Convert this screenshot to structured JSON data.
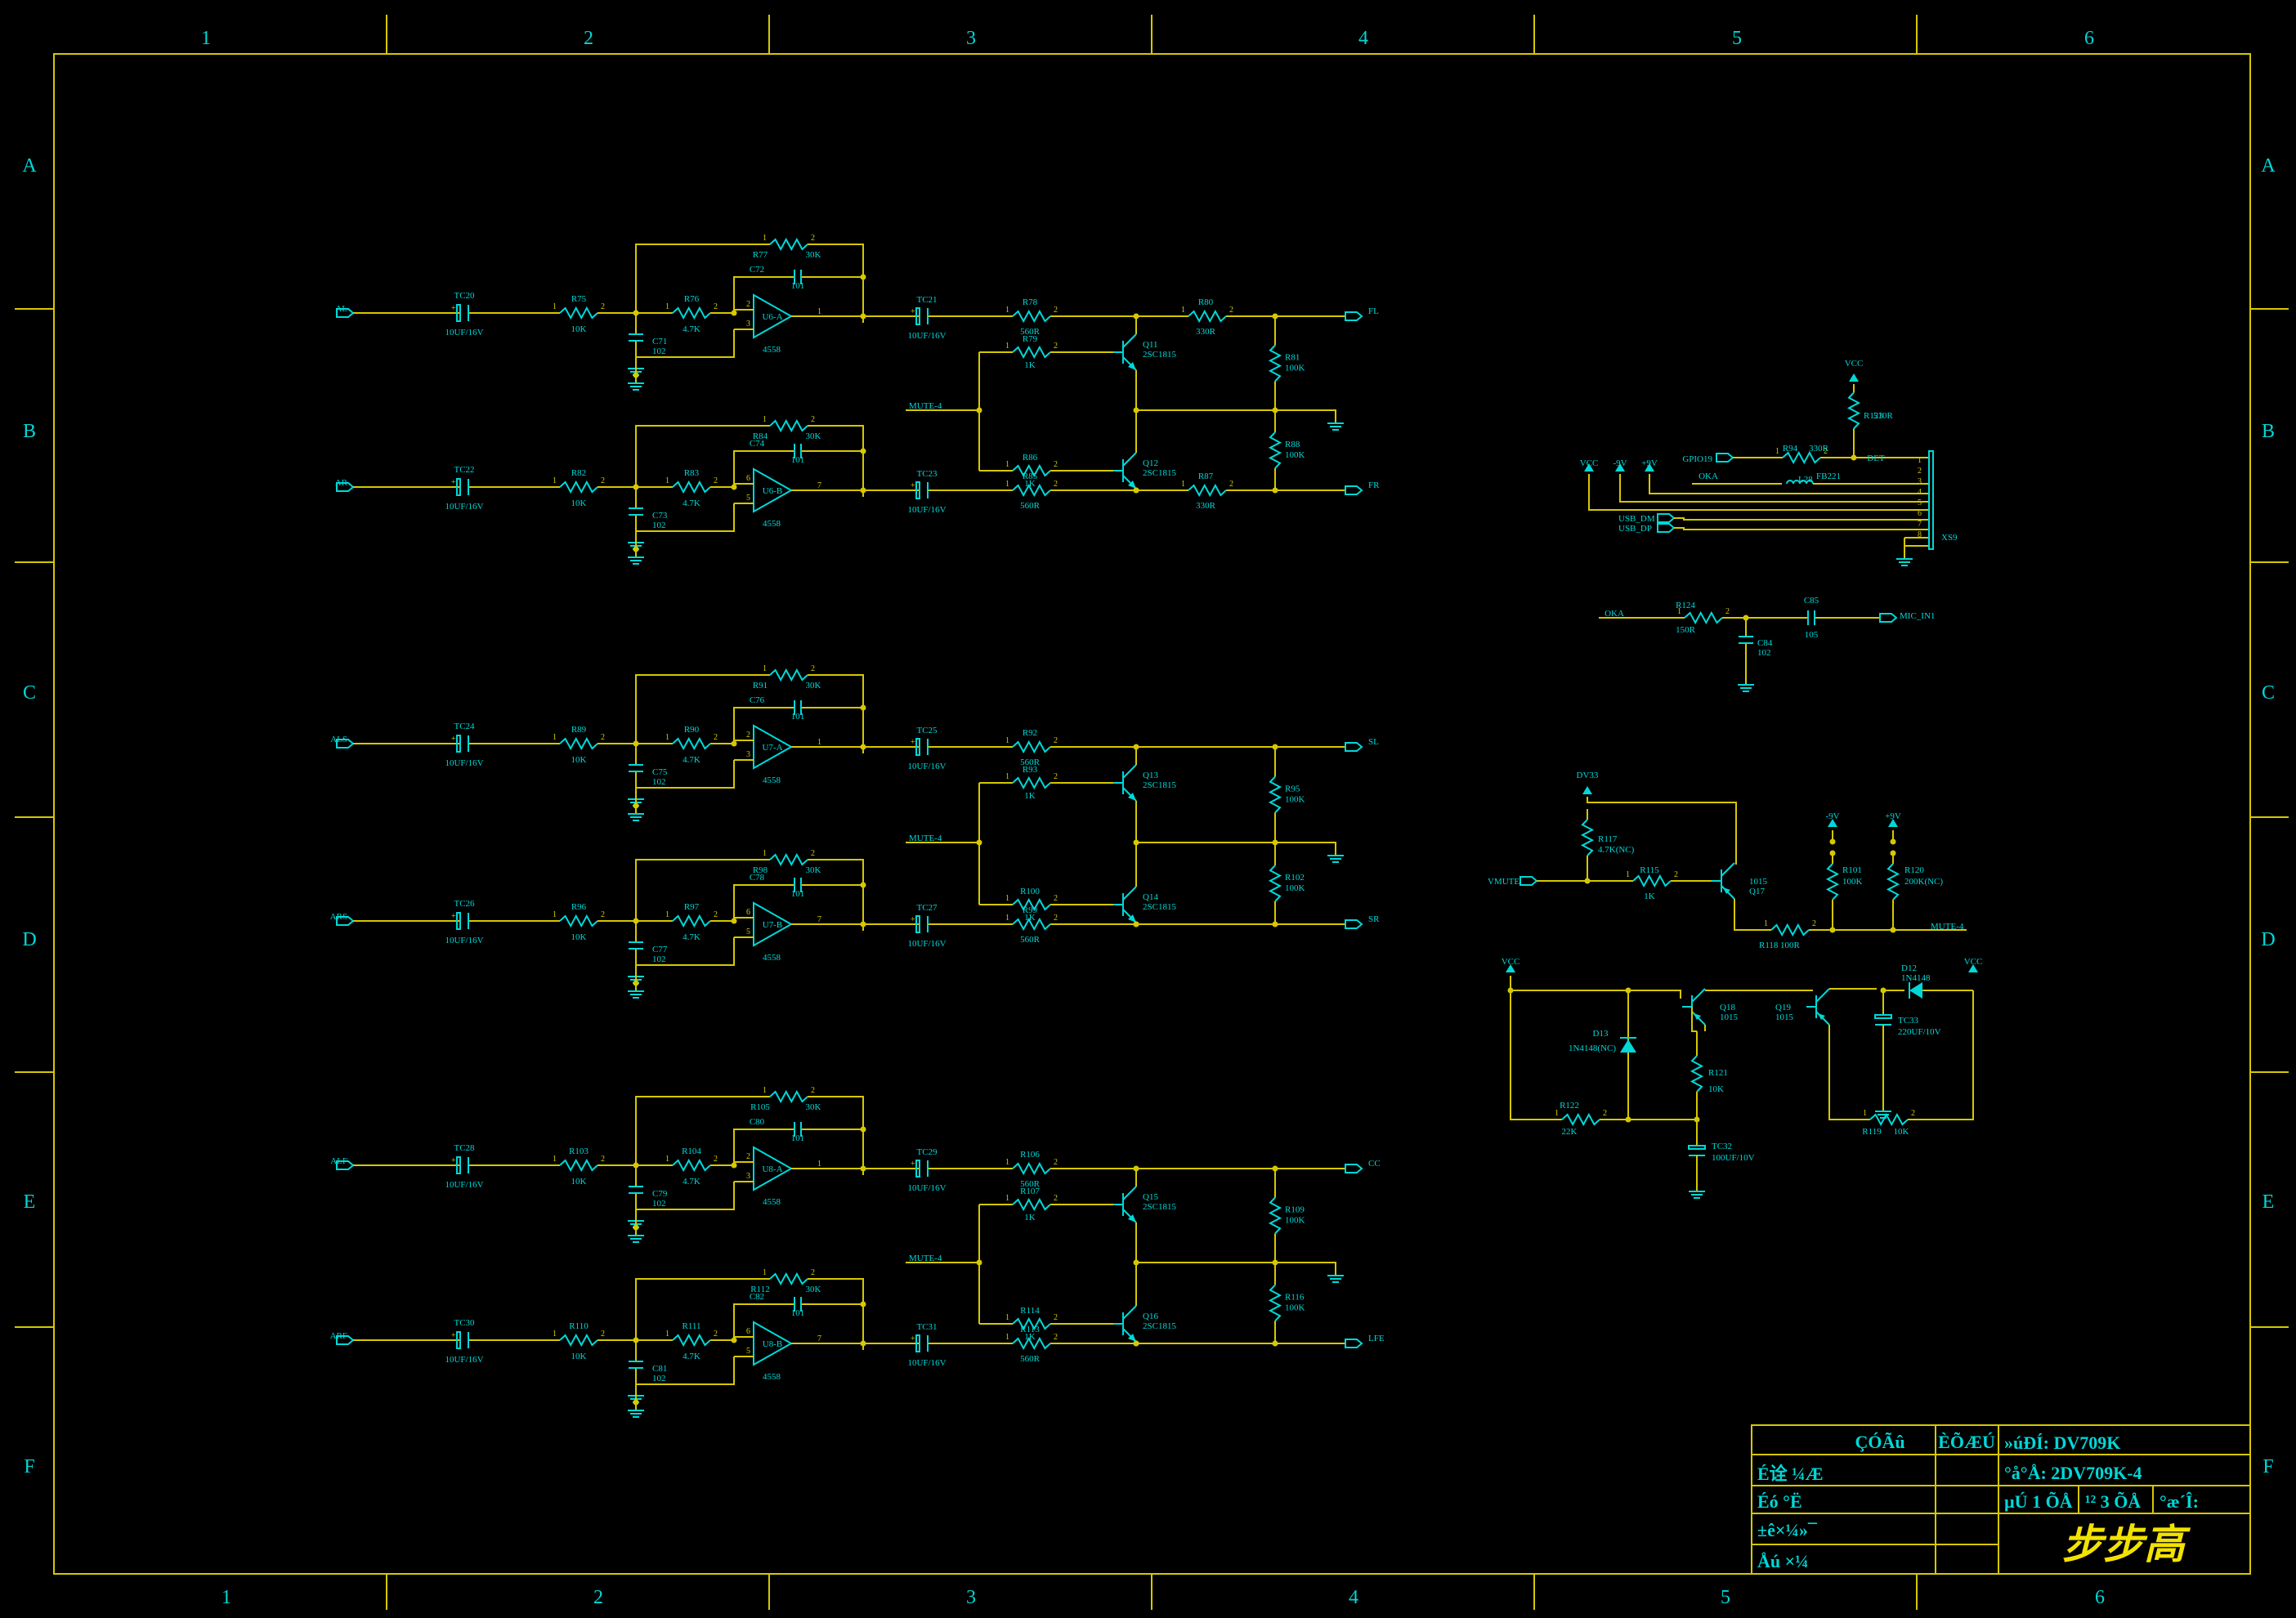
{
  "border": {
    "cols": [
      "1",
      "2",
      "3",
      "4",
      "5",
      "6"
    ],
    "cols_bottom": [
      "1",
      "2",
      "3",
      "4",
      "5",
      "6"
    ],
    "rows": [
      "A",
      "B",
      "C",
      "D",
      "E",
      "F"
    ]
  },
  "channels": [
    {
      "in": "AL",
      "tc": "TC20",
      "tcv": "10UF/16V",
      "ra": "R75",
      "rav": "10K",
      "cs": "C71",
      "csv": "102",
      "rb": "R76",
      "rbv": "4.7K",
      "rf": "R77",
      "rfv": "30K",
      "cf": "C72",
      "cfv": "101",
      "u": "U6-A",
      "uv": "4558",
      "pin_p": "3",
      "pin_n": "2",
      "pin_o": "1",
      "tco": "TC21",
      "tcov": "10UF/16V",
      "rs": "R78",
      "rsv": "560R",
      "out": "FL",
      "ro": "R80",
      "rov": "330R"
    },
    {
      "in": "AR",
      "tc": "TC22",
      "tcv": "10UF/16V",
      "ra": "R82",
      "rav": "10K",
      "cs": "C73",
      "csv": "102",
      "rb": "R83",
      "rbv": "4.7K",
      "rf": "R84",
      "rfv": "30K",
      "cf": "C74",
      "cfv": "101",
      "u": "U6-B",
      "uv": "4558",
      "pin_p": "5",
      "pin_n": "6",
      "pin_o": "7",
      "tco": "TC23",
      "tcov": "10UF/16V",
      "rs": "R85",
      "rsv": "560R",
      "out": "FR",
      "ro": "R87",
      "rov": "330R"
    },
    {
      "in": "ALS",
      "tc": "TC24",
      "tcv": "10UF/16V",
      "ra": "R89",
      "rav": "10K",
      "cs": "C75",
      "csv": "102",
      "rb": "R90",
      "rbv": "4.7K",
      "rf": "R91",
      "rfv": "30K",
      "cf": "C76",
      "cfv": "101",
      "u": "U7-A",
      "uv": "4558",
      "pin_p": "3",
      "pin_n": "2",
      "pin_o": "1",
      "tco": "TC25",
      "tcov": "10UF/16V",
      "rs": "R92",
      "rsv": "560R",
      "out": "SL",
      "ro": "",
      "rov": ""
    },
    {
      "in": "ARS",
      "tc": "TC26",
      "tcv": "10UF/16V",
      "ra": "R96",
      "rav": "10K",
      "cs": "C77",
      "csv": "102",
      "rb": "R97",
      "rbv": "4.7K",
      "rf": "R98",
      "rfv": "30K",
      "cf": "C78",
      "cfv": "101",
      "u": "U7-B",
      "uv": "4558",
      "pin_p": "5",
      "pin_n": "6",
      "pin_o": "7",
      "tco": "TC27",
      "tcov": "10UF/16V",
      "rs": "R99",
      "rsv": "560R",
      "out": "SR",
      "ro": "",
      "rov": ""
    },
    {
      "in": "ALF",
      "tc": "TC28",
      "tcv": "10UF/16V",
      "ra": "R103",
      "rav": "10K",
      "cs": "C79",
      "csv": "102",
      "rb": "R104",
      "rbv": "4.7K",
      "rf": "R105",
      "rfv": "30K",
      "cf": "C80",
      "cfv": "101",
      "u": "U8-A",
      "uv": "4558",
      "pin_p": "3",
      "pin_n": "2",
      "pin_o": "1",
      "tco": "TC29",
      "tcov": "10UF/16V",
      "rs": "R106",
      "rsv": "560R",
      "out": "CC",
      "ro": "",
      "rov": ""
    },
    {
      "in": "ARF",
      "tc": "TC30",
      "tcv": "10UF/16V",
      "ra": "R110",
      "rav": "10K",
      "cs": "C81",
      "csv": "102",
      "rb": "R111",
      "rbv": "4.7K",
      "rf": "R112",
      "rfv": "30K",
      "cf": "C82",
      "cfv": "101",
      "u": "U8-B",
      "uv": "4558",
      "pin_p": "5",
      "pin_n": "6",
      "pin_o": "7",
      "tco": "TC31",
      "tcov": "10UF/16V",
      "rs": "R113",
      "rsv": "560R",
      "out": "LFE",
      "ro": "",
      "rov": ""
    }
  ],
  "mutes": [
    {
      "sig": "MUTE-4",
      "rt": "R79",
      "rtv": "1K",
      "rb": "R86",
      "rbv": "1K",
      "qt": "Q11",
      "qtv": "2SC1815",
      "qb": "Q12",
      "qbv": "2SC1815",
      "r1": "R81",
      "r1v": "100K",
      "r2": "R88",
      "r2v": "100K"
    },
    {
      "sig": "MUTE-4",
      "rt": "R93",
      "rtv": "1K",
      "rb": "R100",
      "rbv": "1K",
      "qt": "Q13",
      "qtv": "2SC1815",
      "qb": "Q14",
      "qbv": "2SC1815",
      "r1": "R95",
      "r1v": "100K",
      "r2": "R102",
      "r2v": "100K"
    },
    {
      "sig": "MUTE-4",
      "rt": "R107",
      "rtv": "1K",
      "rb": "R114",
      "rbv": "1K",
      "qt": "Q15",
      "qtv": "2SC1815",
      "qb": "Q16",
      "qbv": "2SC1815",
      "r1": "R109",
      "r1v": "100K",
      "r2": "R116",
      "r2v": "100K"
    }
  ],
  "usb": {
    "vcc": "VCC",
    "r123": "R123",
    "r123v": "510R",
    "gpio": "GPIO19",
    "r94": "R94",
    "r94v": "330R",
    "det": "DET",
    "oka": "OKA",
    "l28": "L28",
    "fb": "FB221",
    "p_vcc": "VCC",
    "p_m9": "-9V",
    "p_p9": "+9V",
    "dm": "USB_DM",
    "dp": "USB_DP",
    "xs": "XS9",
    "pins": [
      "1",
      "2",
      "3",
      "4",
      "5",
      "6",
      "7",
      "8"
    ]
  },
  "mic": {
    "oka": "OKA",
    "r": "R124",
    "rv": "150R",
    "c85": "C85",
    "c85v": "105",
    "c84": "C84",
    "c84v": "102",
    "out": "MIC_IN1"
  },
  "vmute": {
    "dv33": "DV33",
    "r117": "R117",
    "r117v": "4.7K(NC)",
    "in": "VMUTE",
    "r115": "R115",
    "r115v": "1K",
    "q17v": "1015",
    "q17": "Q17",
    "r118": "R118",
    "r118v": "100R",
    "m9": "-9V",
    "p9": "+9V",
    "r101": "R101",
    "r101v": "100K",
    "r120": "R120",
    "r120v": "200K(NC)",
    "out": "MUTE-4"
  },
  "pwr": {
    "vcc1": "VCC",
    "vcc2": "VCC",
    "d13": "D13",
    "d13v": "1N4148(NC)",
    "q18": "Q18",
    "q18v": "1015",
    "q19": "Q19",
    "q19v": "1015",
    "d12": "D12",
    "d12v": "1N4148",
    "tc33": "TC33",
    "tc33v": "220UF/10V",
    "r121": "R121",
    "r121v": "10K",
    "r122": "R122",
    "r122v": "22K",
    "tc32": "TC32",
    "tc32v": "100UF/10V",
    "r119": "R119",
    "r119v": "10K"
  },
  "title_block": {
    "hdr_a": "ÇÓÃû",
    "hdr_b": "ÈÕÆÚ",
    "model": "»úÐÍ: DV709K",
    "code": "°å°Å: 2DV709K-4",
    "r1": "É诠 ¼Æ",
    "r2": "Éó °Ë",
    "r3": "±ê×¼»¯",
    "r4": "Åú ×¼",
    "sheet": "µÚ  1  ÕÅ",
    "total": "¹²  3  ÕÅ",
    "ver": "°æ´Î:",
    "logo": "步步高"
  }
}
